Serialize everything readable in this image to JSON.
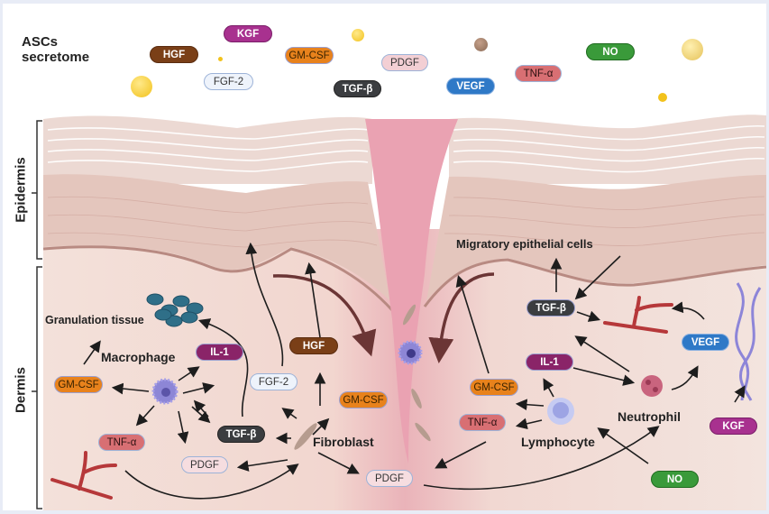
{
  "secretome": {
    "title_line1": "ASCs",
    "title_line2": "secretome",
    "factors": [
      {
        "label": "HGF",
        "color": "#7a3f17",
        "text_color": "#ffffff"
      },
      {
        "label": "KGF",
        "color": "#a8318f",
        "text_color": "#ffffff"
      },
      {
        "label": "FGF-2",
        "color": "#eef3fb",
        "text_color": "#333333"
      },
      {
        "label": "GM-CSF",
        "color": "#e8821c",
        "text_color": "#3a2300"
      },
      {
        "label": "TGF-β",
        "color": "#3b3d40",
        "text_color": "#ffffff"
      },
      {
        "label": "PDGF",
        "color": "#f3cfd4",
        "text_color": "#333333"
      },
      {
        "label": "VEGF",
        "color": "#2f79c7",
        "text_color": "#ffffff"
      },
      {
        "label": "TNF-α",
        "color": "#d86f73",
        "text_color": "#2b1010"
      },
      {
        "label": "NO",
        "color": "#3a9a3a",
        "text_color": "#ffffff"
      }
    ]
  },
  "layers": {
    "epidermis": "Epidermis",
    "dermis": "Dermis"
  },
  "cells": {
    "granulation_tissue": "Granulation tissue",
    "macrophage": "Macrophage",
    "fibroblast": "Fibroblast",
    "lymphocyte": "Lymphocyte",
    "neutrophil": "Neutrophil",
    "migratory_epithelial_cells": "Migratory epithelial cells"
  },
  "dermis_factors": {
    "il1_left": "IL-1",
    "gmcsf_left": "GM-CSF",
    "tnfa_left": "TNF-α",
    "pdgf_left": "PDGF",
    "tgfb_left": "TGF-β",
    "fgf2": "FGF-2",
    "hgf": "HGF",
    "gmcsf_center": "GM-CSF",
    "pdgf_center": "PDGF",
    "gmcsf_right": "GM-CSF",
    "tnfa_right": "TNF-α",
    "il1_right": "IL-1",
    "tgfb_right": "TGF-β",
    "vegf": "VEGF",
    "kgf": "KGF",
    "no": "NO"
  },
  "colors": {
    "hgf": "#7a3f17",
    "kgf": "#a8318f",
    "il1": "#8a2468",
    "gmcsf": "#e8821c",
    "tgfb": "#3b3d40",
    "pdgf": "#f6dde0",
    "fgf2": "#eef3fb",
    "vegf": "#2f79c7",
    "tnfa": "#d86f73",
    "no": "#3a9a3a",
    "skin": "#e9cfc6",
    "wound": "#eaa2b2"
  }
}
